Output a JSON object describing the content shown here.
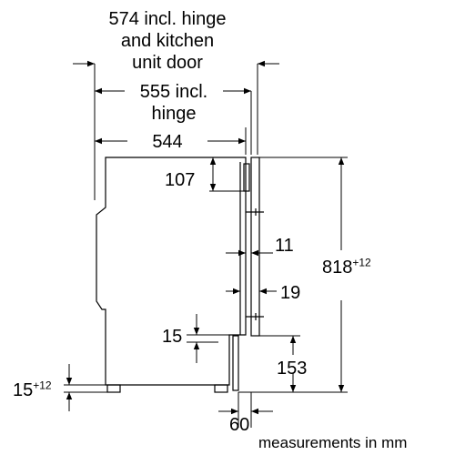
{
  "dimensions": {
    "top_total": {
      "line1": "574 incl. hinge",
      "line2": "and kitchen",
      "line3": "unit door"
    },
    "top_hinge": {
      "line1": "555 incl.",
      "line2": "hinge"
    },
    "body_depth": "544",
    "hinge_offset": "107",
    "door_gap": "11",
    "door_depth": "19",
    "toe_height": "15",
    "plinth_height": "153",
    "overall_height": {
      "value": "818",
      "tolerance": "+12"
    },
    "foot_height": {
      "value": "15",
      "tolerance": "+12"
    },
    "bottom_offset": "60"
  },
  "footer": {
    "units_note": "measurements in mm"
  }
}
